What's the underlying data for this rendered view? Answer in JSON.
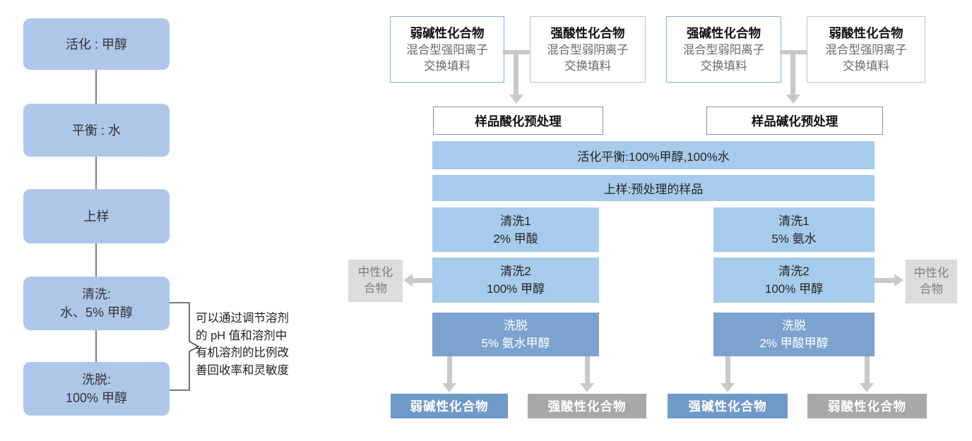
{
  "colors": {
    "left_box_fill": "#AEC7E9",
    "light_blue_fill": "#A6CBEB",
    "elution_blue_fill": "#7CA2CF",
    "output_blue_fill": "#6F9AC8",
    "output_gray_fill": "#A8A8A8",
    "neutral_gray_fill": "#DCDCDC",
    "connector_gray": "#C9C9C9",
    "blue_border": "#7EB0DE",
    "gray_border": "#C2C2C2"
  },
  "left_flow": {
    "steps": [
      {
        "lines": [
          "活化 : 甲醇"
        ]
      },
      {
        "lines": [
          "平衡 : 水"
        ]
      },
      {
        "lines": [
          "上样"
        ]
      },
      {
        "lines": [
          "清洗:",
          "水、5% 甲醇"
        ]
      },
      {
        "lines": [
          "洗脱:",
          "100% 甲醇"
        ]
      }
    ],
    "annotation": {
      "lines": [
        "可以通过调节溶剂",
        "的 pH 值和溶剂中",
        "有机溶剂的比例改",
        "善回收率和灵敏度"
      ]
    }
  },
  "right_flow": {
    "packing_boxes": [
      {
        "title": "弱碱性化合物",
        "lines": [
          "混合型强阳离子",
          "交换填料"
        ]
      },
      {
        "title": "强酸性化合物",
        "lines": [
          "混合型弱阴离子",
          "交换填料"
        ]
      },
      {
        "title": "强碱性化合物",
        "lines": [
          "混合型弱阳离子",
          "交换填料"
        ]
      },
      {
        "title": "弱酸性化合物",
        "lines": [
          "混合型强阴离子",
          "交换填料"
        ]
      }
    ],
    "pretreatment": {
      "left": "样品酸化预处理",
      "right": "样品碱化预处理"
    },
    "bars": [
      "活化平衡:100%甲醇,100%水",
      "上样:预处理的样品"
    ],
    "wash": {
      "left1": {
        "lines": [
          "清洗1",
          "2% 甲酸"
        ]
      },
      "left2": {
        "lines": [
          "清洗2",
          "100% 甲醇"
        ]
      },
      "right1": {
        "lines": [
          "清洗1",
          "5% 氨水"
        ]
      },
      "right2": {
        "lines": [
          "清洗2",
          "100% 甲醇"
        ]
      }
    },
    "neutral": {
      "lines": [
        "中性化",
        "合物"
      ]
    },
    "elution": {
      "left": {
        "lines": [
          "洗脱",
          "5% 氨水甲醇"
        ]
      },
      "right": {
        "lines": [
          "洗脱",
          "2% 甲酸甲醇"
        ]
      }
    },
    "outputs": [
      {
        "label": "弱碱性化合物"
      },
      {
        "label": "强酸性化合物"
      },
      {
        "label": "强碱性化合物"
      },
      {
        "label": "弱酸性化合物"
      }
    ]
  }
}
